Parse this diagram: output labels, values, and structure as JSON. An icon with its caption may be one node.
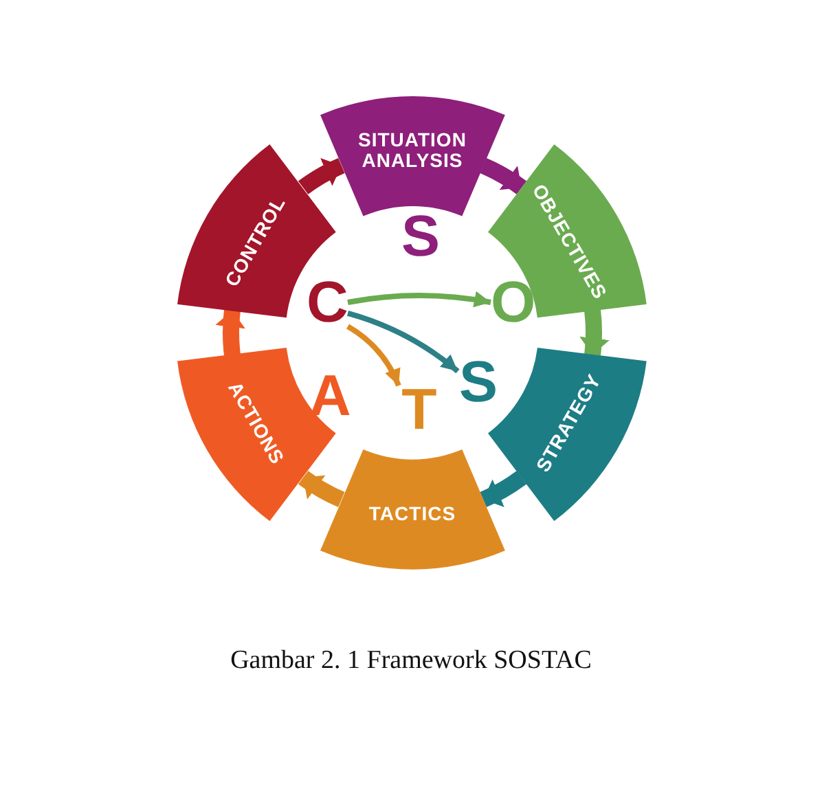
{
  "diagram": {
    "caption": "Gambar 2. 1 Framework SOSTAC",
    "nodes": [
      {
        "text": [
          "SITUATION ANALYSIS"
        ]
      },
      {
        "text": [
          "OBJECTIVES"
        ]
      },
      {
        "text": [
          "STRATEGY"
        ]
      },
      {
        "text": [
          "TACTICS"
        ]
      },
      {
        "text": [
          "ACTIONS"
        ]
      },
      {
        "text": [
          "CONTROL"
        ]
      },
      {
        "text": [
          "C"
        ]
      },
      {
        "text": [
          "O"
        ]
      },
      {
        "text": [
          "S"
        ]
      },
      {
        "text": [
          "T"
        ]
      }
    ],
    "edges": [
      {
        "from": 5,
        "to": 0,
        "arrow": "to",
        "color": "#a3152a"
      },
      {
        "from": 0,
        "to": 1,
        "arrow": "to",
        "color": "#8e1f7a"
      },
      {
        "from": 1,
        "to": 2,
        "arrow": "to",
        "color": "#6aab4f"
      },
      {
        "from": 2,
        "to": 3,
        "arrow": "to",
        "color": "#1d7d85"
      },
      {
        "from": 3,
        "to": 4,
        "arrow": "to",
        "color": "#de8a22"
      },
      {
        "from": 4,
        "to": 5,
        "arrow": "to",
        "color": "#ef5a24"
      },
      {
        "from": 6,
        "to": 7,
        "arrow": "to",
        "color": "#6aab4f"
      },
      {
        "from": 6,
        "to": 8,
        "arrow": "to",
        "color": "#2e8087"
      },
      {
        "from": 6,
        "to": 9,
        "arrow": "to",
        "color": "#de8a22"
      }
    ],
    "labels": [
      "S",
      "A"
    ]
  }
}
